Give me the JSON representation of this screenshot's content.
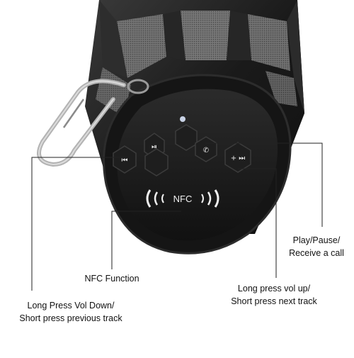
{
  "callouts": {
    "play_pause": {
      "line1": "Play/Pause/",
      "line2": "Receive a call"
    },
    "nfc_function": {
      "text": "NFC Function"
    },
    "vol_up": {
      "line1": "Long press vol up/",
      "line2": "Short press next track"
    },
    "vol_down": {
      "line1": "Long Press Vol Down/",
      "line2": "Short press previous track"
    }
  },
  "speaker": {
    "nfc_badge_text": "NFC",
    "buttons": {
      "play_pause_symbol": "⏯",
      "phone_symbol": "✆",
      "next_symbol": "+ ⏭",
      "prev_symbol": "⏮"
    }
  },
  "colors": {
    "rubber": "#1d1d1d",
    "rubber_highlight": "#3a3a3a",
    "grille": "#8a8a8a",
    "background": "#ffffff",
    "line": "#222222"
  }
}
